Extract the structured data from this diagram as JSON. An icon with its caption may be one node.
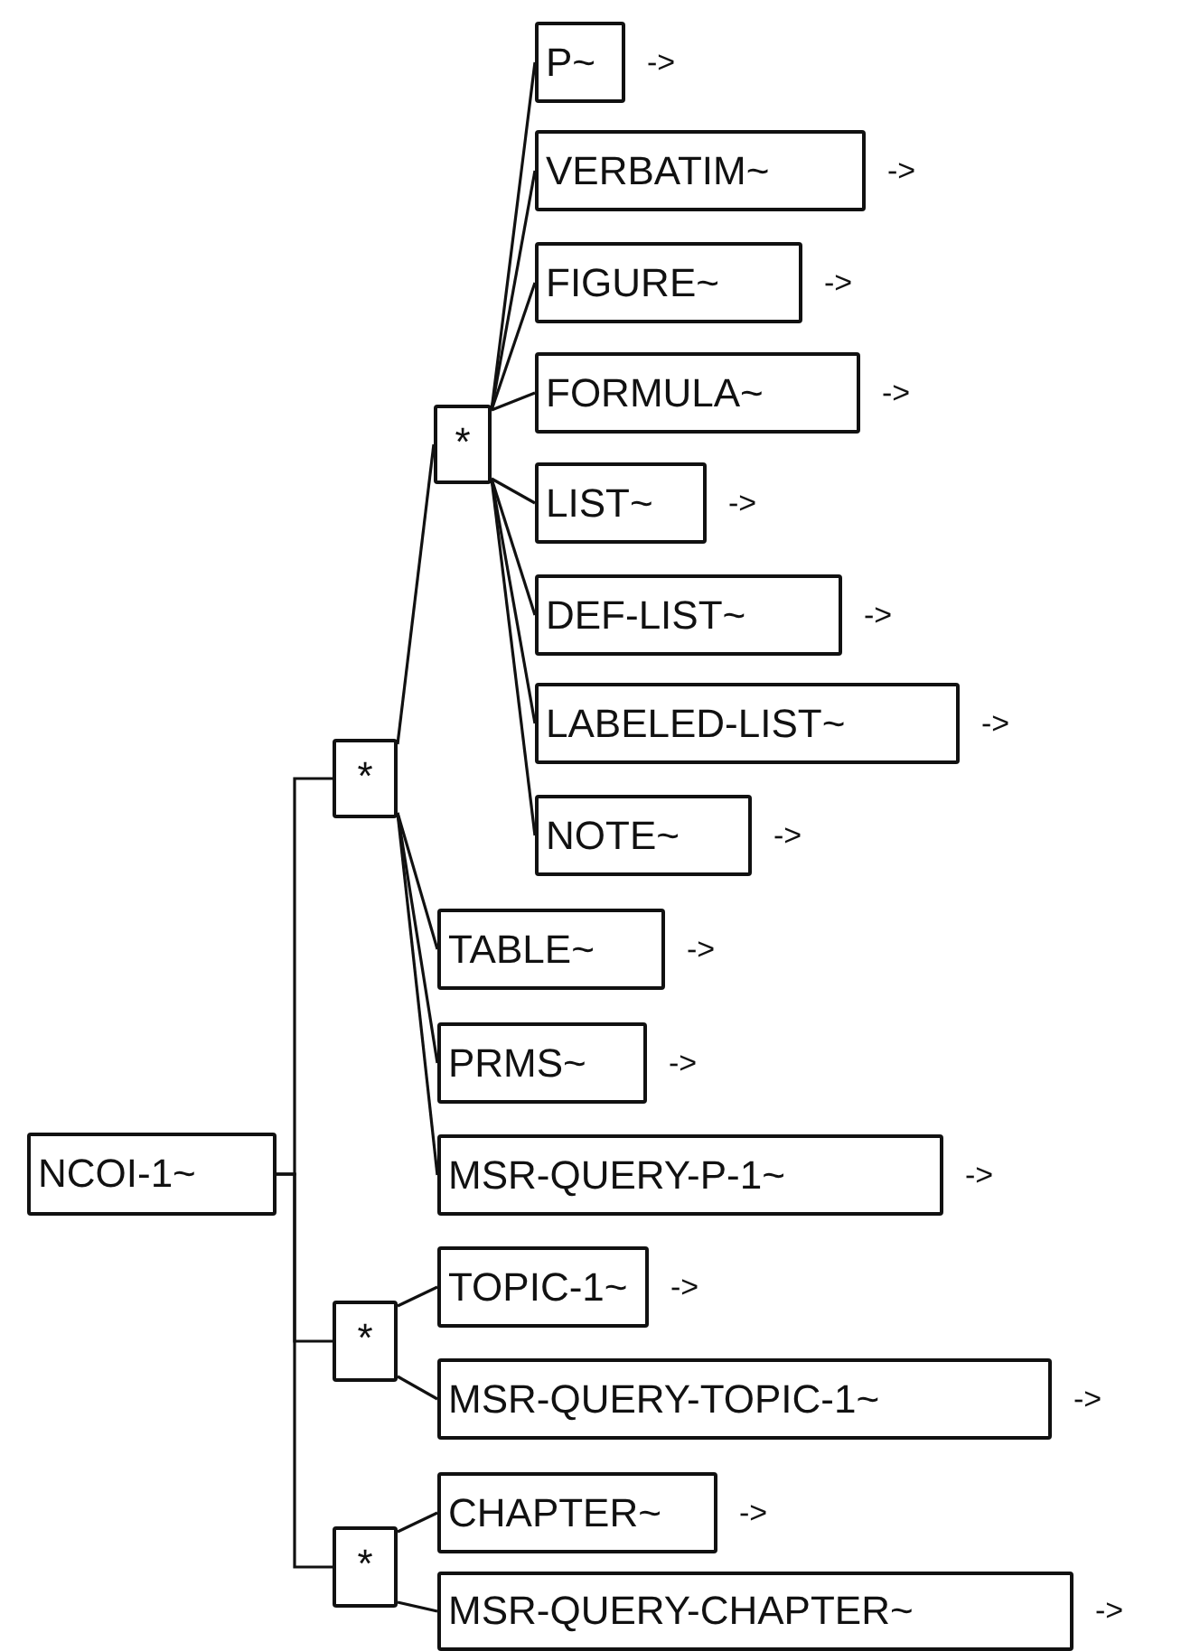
{
  "diagram": {
    "nodes": [
      {
        "text": [
          "NCOI-1~"
        ]
      },
      {
        "text": [
          "*"
        ]
      },
      {
        "text": [
          "*"
        ]
      },
      {
        "text": [
          "P~"
        ],
        "beside": [
          "->"
        ]
      },
      {
        "text": [
          "VERBATIM~"
        ],
        "beside": [
          "->"
        ]
      },
      {
        "text": [
          "FIGURE~"
        ],
        "beside": [
          "->"
        ]
      },
      {
        "text": [
          "FORMULA~"
        ],
        "beside": [
          "->"
        ]
      },
      {
        "text": [
          "LIST~"
        ],
        "beside": [
          "->"
        ]
      },
      {
        "text": [
          "DEF-LIST~"
        ],
        "beside": [
          "->"
        ]
      },
      {
        "text": [
          "LABELED-LIST~"
        ],
        "beside": [
          "->"
        ]
      },
      {
        "text": [
          "NOTE~"
        ],
        "beside": [
          "->"
        ]
      },
      {
        "text": [
          "TABLE~"
        ],
        "beside": [
          "->"
        ]
      },
      {
        "text": [
          "PRMS~"
        ],
        "beside": [
          "->"
        ]
      },
      {
        "text": [
          "MSR-QUERY-P-1~"
        ],
        "beside": [
          "->"
        ]
      },
      {
        "text": [
          "*"
        ]
      },
      {
        "text": [
          "TOPIC-1~"
        ],
        "beside": [
          "->"
        ]
      },
      {
        "text": [
          "MSR-QUERY-TOPIC-1~"
        ],
        "beside": [
          "->"
        ]
      },
      {
        "text": [
          "*"
        ]
      },
      {
        "text": [
          "CHAPTER~"
        ],
        "beside": [
          "->"
        ]
      },
      {
        "text": [
          "MSR-QUERY-CHAPTER~"
        ],
        "beside": [
          "->"
        ]
      }
    ],
    "edges": [
      {
        "from": 0,
        "to": 1,
        "arrow": "none"
      },
      {
        "from": 0,
        "to": 14,
        "arrow": "none"
      },
      {
        "from": 0,
        "to": 17,
        "arrow": "none"
      },
      {
        "from": 1,
        "to": 2,
        "arrow": "none"
      },
      {
        "from": 2,
        "to": 3,
        "arrow": "none"
      },
      {
        "from": 2,
        "to": 4,
        "arrow": "none"
      },
      {
        "from": 2,
        "to": 5,
        "arrow": "none"
      },
      {
        "from": 2,
        "to": 6,
        "arrow": "none"
      },
      {
        "from": 2,
        "to": 7,
        "arrow": "none"
      },
      {
        "from": 2,
        "to": 8,
        "arrow": "none"
      },
      {
        "from": 2,
        "to": 9,
        "arrow": "none"
      },
      {
        "from": 2,
        "to": 10,
        "arrow": "none"
      },
      {
        "from": 1,
        "to": 11,
        "arrow": "none"
      },
      {
        "from": 1,
        "to": 12,
        "arrow": "none"
      },
      {
        "from": 1,
        "to": 13,
        "arrow": "none"
      },
      {
        "from": 14,
        "to": 15,
        "arrow": "none"
      },
      {
        "from": 14,
        "to": 16,
        "arrow": "none"
      },
      {
        "from": 17,
        "to": 18,
        "arrow": "none"
      },
      {
        "from": 17,
        "to": 19,
        "arrow": "none"
      }
    ]
  }
}
